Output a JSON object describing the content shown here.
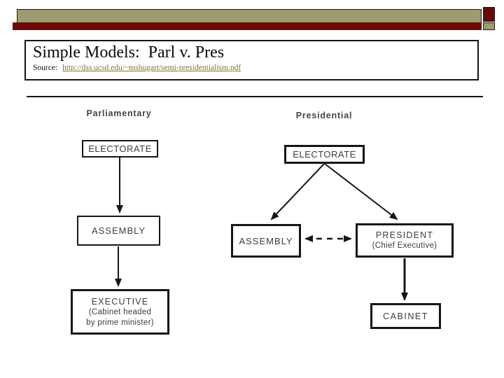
{
  "slide": {
    "title": "Simple Models:  Parl v. Pres",
    "source_label": "Source:",
    "source_link_text": "http://dss.ucsd.edu/~mshugart/semi-presidentialism.pdf"
  },
  "colors": {
    "bar_tan": "#9C9C70",
    "bar_red": "#6C0A0A",
    "link": "#7F7433",
    "diagram_text": "#3C3C3C",
    "border_black": "#161616"
  },
  "diagram": {
    "parliamentary": {
      "heading": "Parliamentary",
      "electorate": "ELECTORATE",
      "assembly": "ASSEMBLY",
      "executive": "EXECUTIVE",
      "executive_note_line1": "(Cabinet headed",
      "executive_note_line2": "by prime minister)"
    },
    "presidential": {
      "heading": "Presidential",
      "electorate": "ELECTORATE",
      "assembly": "ASSEMBLY",
      "president": "PRESIDENT",
      "president_note": "(Chief Executive)",
      "cabinet": "CABINET"
    }
  }
}
